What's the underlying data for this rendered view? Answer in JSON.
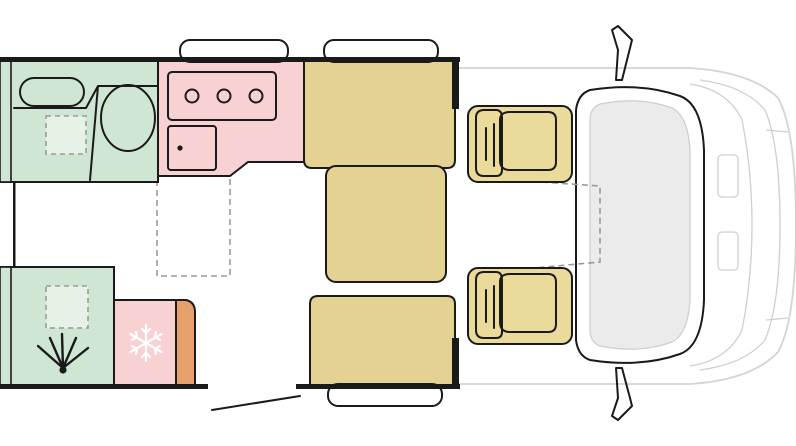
{
  "colors": {
    "wet_room": "#cfe6d3",
    "kitchen": "#f8d2d2",
    "fridge": "#f8d2d2",
    "fridge_side": "#e7a06b",
    "seating": "#e4d293",
    "cab_seat": "#eadb9a",
    "walls": "#1a1a1a",
    "cab_outline": "#cfcfcf",
    "hidden_lines": "#9a9a9a",
    "pale_green": "#e6f2e6"
  },
  "icons": {
    "fridge": "snowflake-icon",
    "shower": "shower-spray-icon",
    "hob": "hob-burner-icon",
    "sink": "sink-drain-icon",
    "toilet": "toilet-icon",
    "mirror": "mirror-icon"
  },
  "elements": {
    "rooms": [
      "bathroom",
      "washroom",
      "kitchen",
      "fridge",
      "dinette",
      "cab"
    ],
    "hob_burner_count": 3,
    "cab_seat_count": 2,
    "dinette_bench_count": 2
  }
}
